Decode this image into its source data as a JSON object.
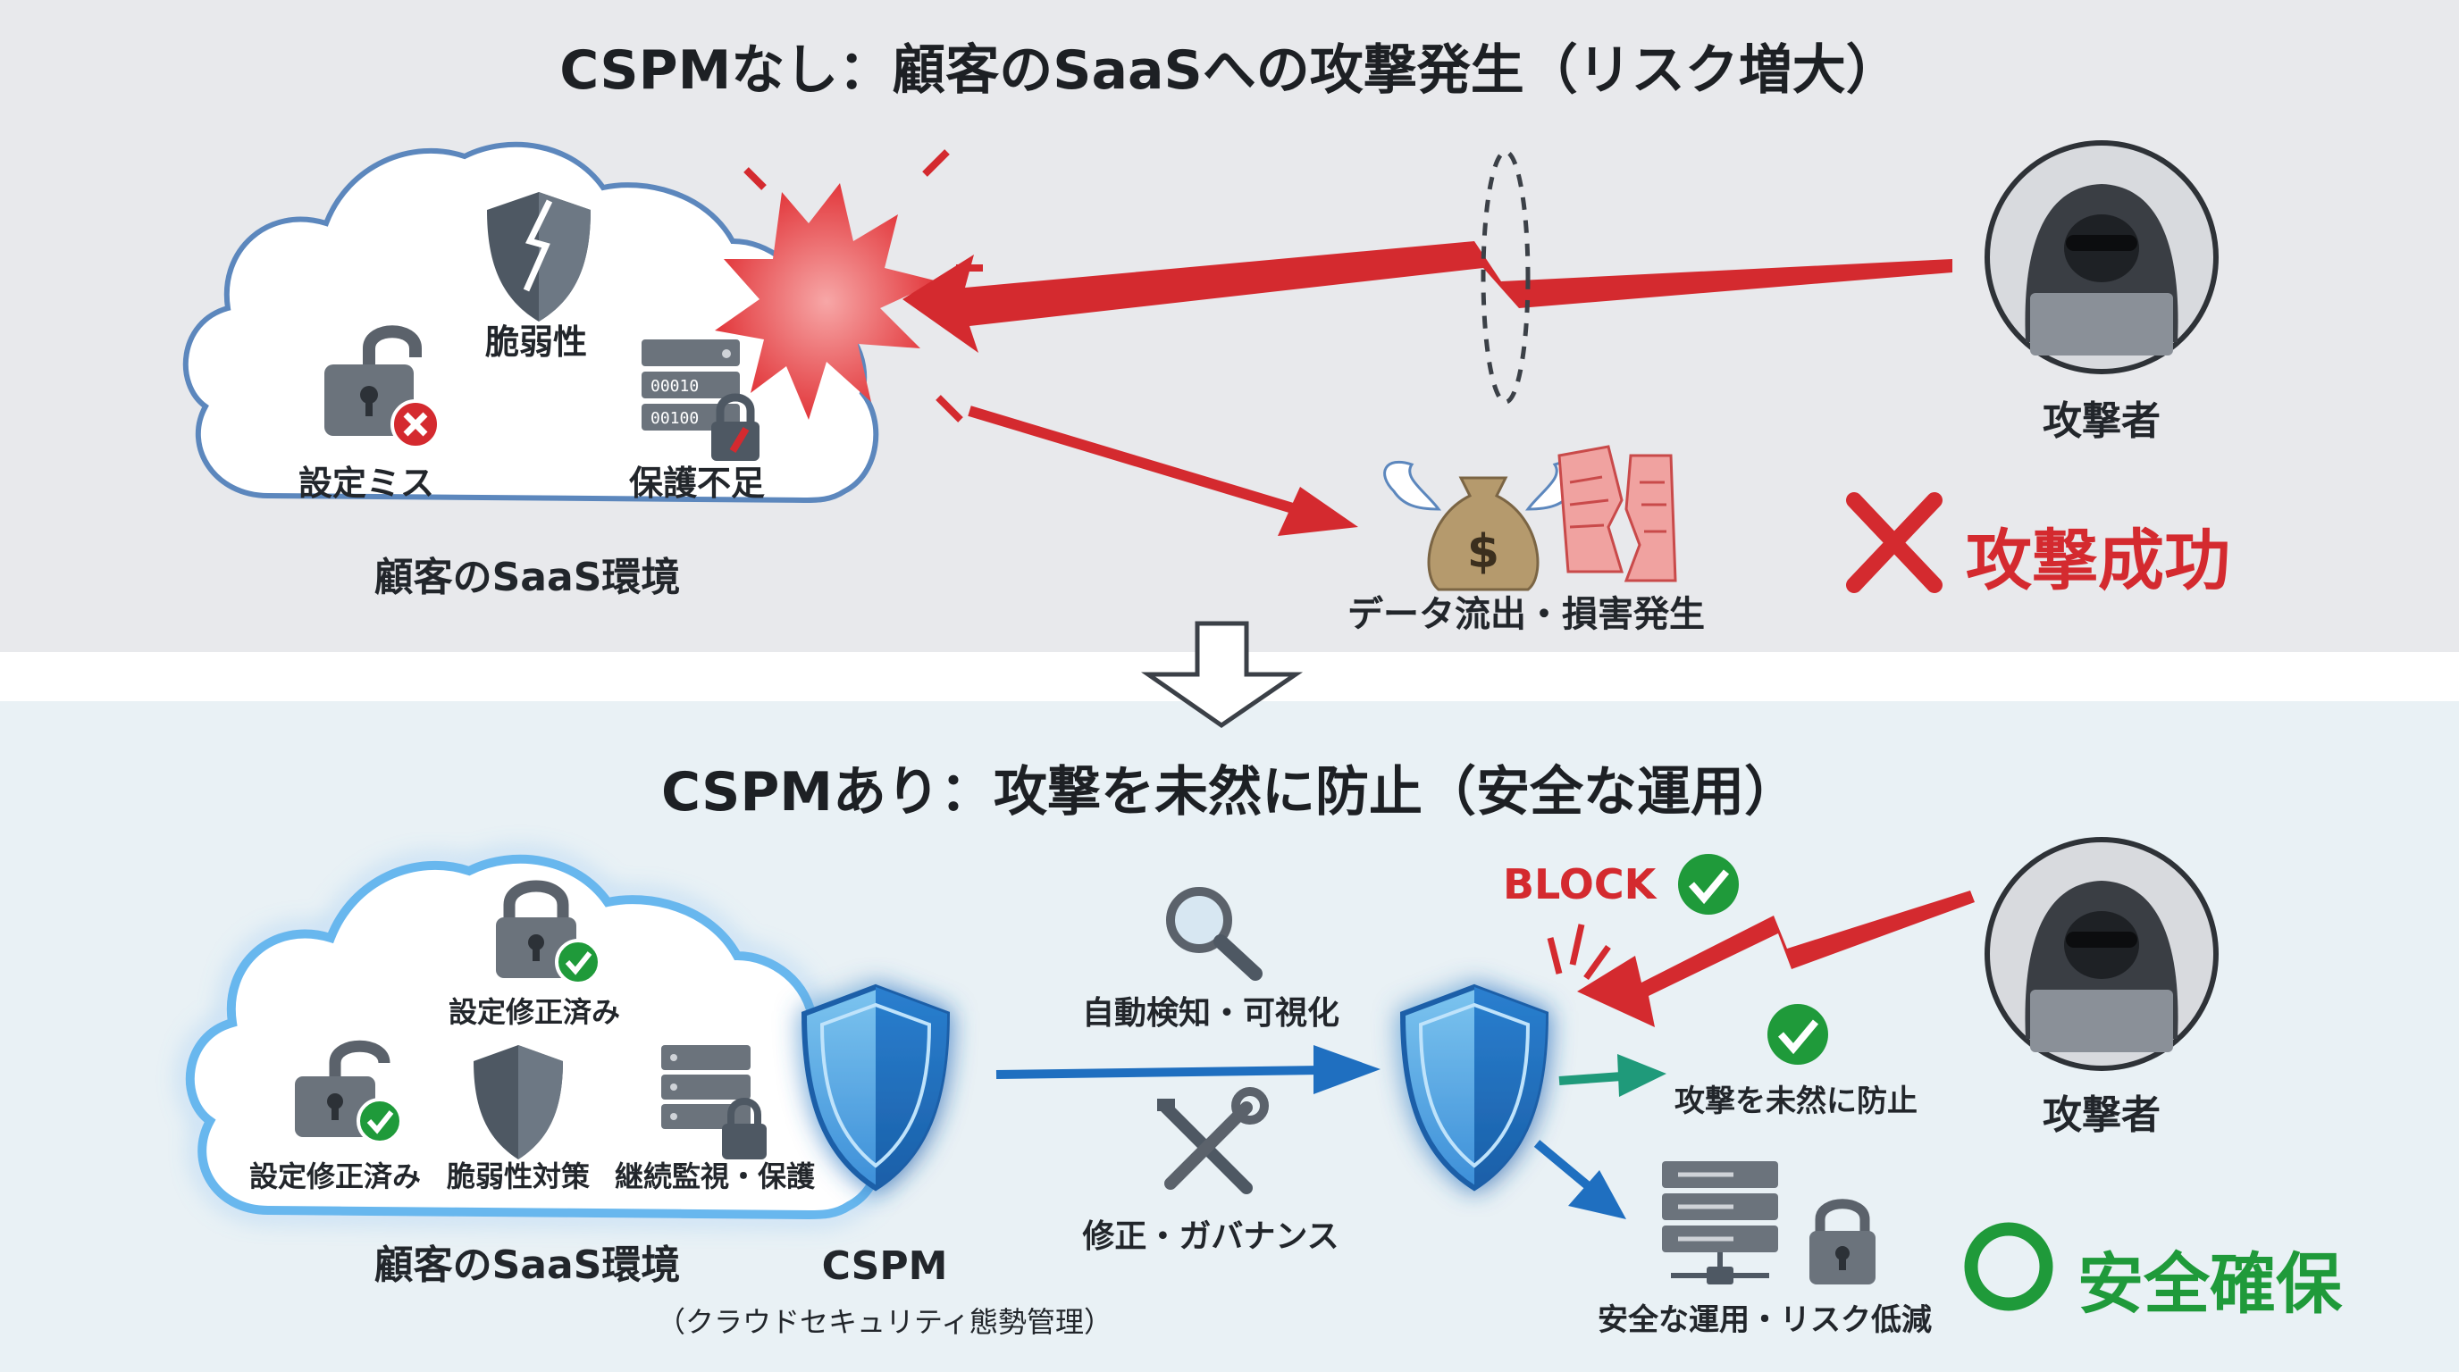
{
  "top": {
    "title": "CSPMなし：顧客のSaaSへの攻撃発生（リスク増大）",
    "cloud_label": "顧客のSaaS環境",
    "items": {
      "vulnerability": "脆弱性",
      "misconfig": "設定ミス",
      "insufficient_protection": "保護不足"
    },
    "server_text": [
      "00010",
      "00100"
    ],
    "attacker_label": "攻撃者",
    "leak_label": "データ流出・損害発生",
    "money_symbol": "$",
    "result": "攻撃成功"
  },
  "bottom": {
    "title": "CSPMあり：攻撃を未然に防止（安全な運用）",
    "cloud_label": "顧客のSaaS環境",
    "items": {
      "fixed_top": "設定修正済み",
      "fixed_left": "設定修正済み",
      "vuln_fixed": "脆弱性対策",
      "monitoring": "継続監視・保護"
    },
    "cspm_label": "CSPM",
    "cspm_sub": "（クラウドセキュリティ態勢管理）",
    "detect_label": "自動検知・可視化",
    "fix_label": "修正・ガバナンス",
    "block_label": "BLOCK",
    "prevent_label": "攻撃を未然に防止",
    "safe_ops_label": "安全な運用・リスク低減",
    "attacker_label": "攻撃者",
    "result": "安全確保"
  },
  "colors": {
    "attack_red": "#d42a2f",
    "safe_green": "#1f9a3a",
    "flow_blue": "#1f6fc0",
    "cloud_stroke": "#5c87bd",
    "icon_gray": "#5b626b"
  }
}
